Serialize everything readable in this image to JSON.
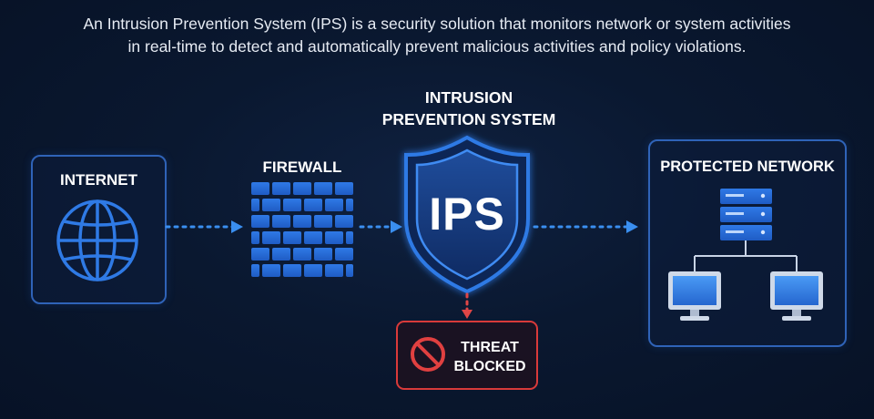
{
  "intro": {
    "line1": "An Intrusion Prevention System (IPS) is a security solution that monitors network or system activities",
    "line2": "in real-time to detect and automatically prevent malicious activities and policy violations."
  },
  "nodes": {
    "internet": {
      "label": "INTERNET",
      "icon": "globe-icon"
    },
    "firewall": {
      "label": "FIREWALL",
      "icon": "brick-wall-icon"
    },
    "ips": {
      "title_line1": "INTRUSION",
      "title_line2": "PREVENTION SYSTEM",
      "shield_text": "IPS",
      "icon": "shield-icon"
    },
    "network": {
      "label": "PROTECTED NETWORK",
      "icons": [
        "server-stack-icon",
        "monitor-icon",
        "monitor-icon"
      ]
    },
    "threat": {
      "line1": "THREAT",
      "line2": "BLOCKED",
      "icon": "no-entry-icon"
    }
  },
  "colors": {
    "background": "#0a1830",
    "accent_blue": "#2f7ae5",
    "arrow_blue": "#3a8ff0",
    "threat_red": "#d93a3a"
  }
}
